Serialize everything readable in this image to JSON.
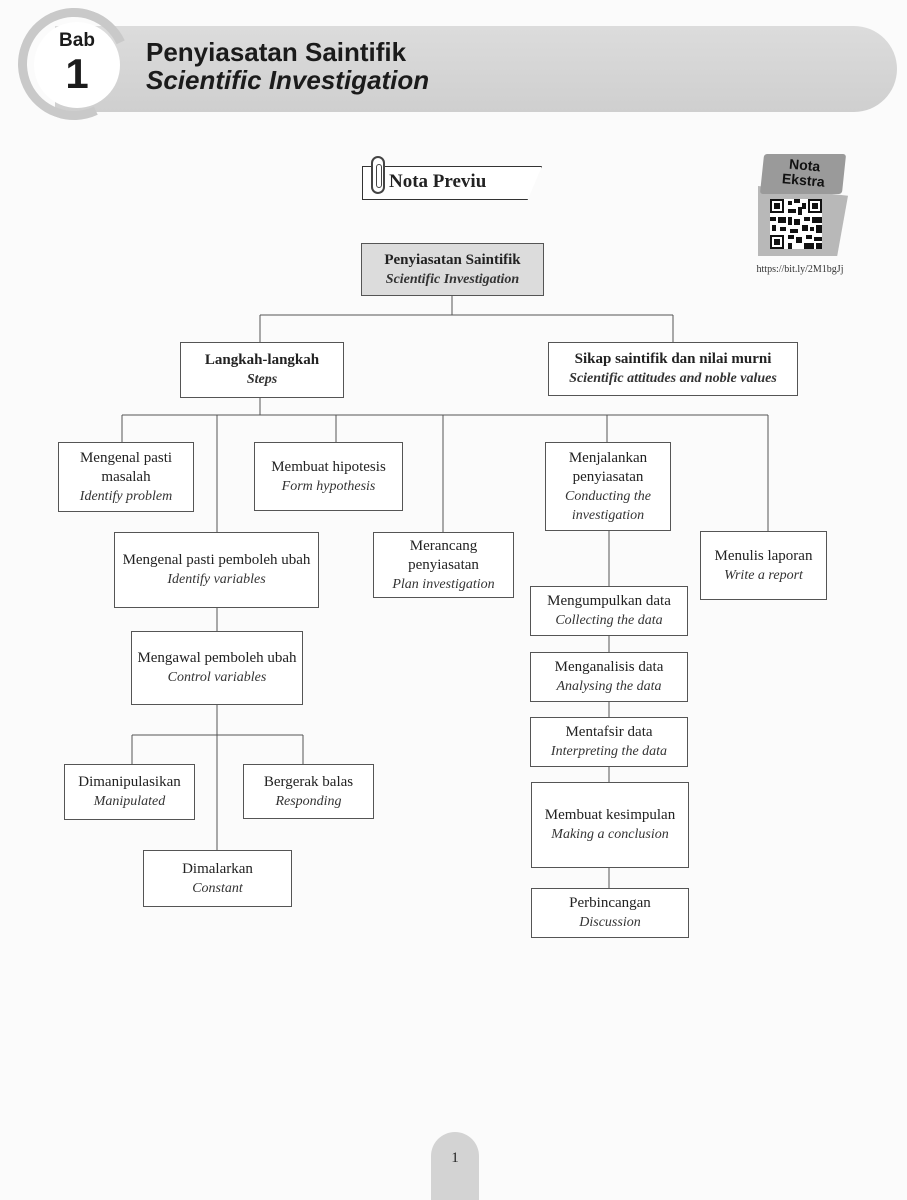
{
  "header": {
    "bab_label": "Bab",
    "bab_number": "1",
    "title_my": "Penyiasatan Saintifik",
    "title_en": "Scientific Investigation"
  },
  "nota_previu": "Nota Previu",
  "nota_ekstra": {
    "line1": "Nota",
    "line2": "Ekstra",
    "url": "https://bit.ly/2M1bgJj"
  },
  "diagram": {
    "root": {
      "my": "Penyiasatan Saintifik",
      "en": "Scientific Investigation"
    },
    "steps": {
      "my": "Langkah-langkah",
      "en": "Steps"
    },
    "attitudes": {
      "my": "Sikap saintifik dan nilai murni",
      "en": "Scientific attitudes and noble values"
    },
    "identify_problem": {
      "my": "Mengenal pasti masalah",
      "en": "Identify problem"
    },
    "form_hypothesis": {
      "my": "Membuat hipotesis",
      "en": "Form hypothesis"
    },
    "identify_variables": {
      "my": "Mengenal pasti pemboleh ubah",
      "en": "Identify variables"
    },
    "plan_investigation": {
      "my": "Merancang penyiasatan",
      "en": "Plan investigation"
    },
    "conducting": {
      "my": "Menjalankan penyiasatan",
      "en": "Conducting the investigation"
    },
    "write_report": {
      "my": "Menulis laporan",
      "en": "Write a report"
    },
    "control_variables": {
      "my": "Mengawal pemboleh ubah",
      "en": "Control variables"
    },
    "manipulated": {
      "my": "Dimanipulasikan",
      "en": "Manipulated"
    },
    "responding": {
      "my": "Bergerak balas",
      "en": "Responding"
    },
    "constant": {
      "my": "Dimalarkan",
      "en": "Constant"
    },
    "collecting": {
      "my": "Mengumpulkan data",
      "en": "Collecting the data"
    },
    "analysing": {
      "my": "Menganalisis data",
      "en": "Analysing the data"
    },
    "interpreting": {
      "my": "Mentafsir data",
      "en": "Interpreting the data"
    },
    "conclusion": {
      "my": "Membuat kesimpulan",
      "en": "Making a conclusion"
    },
    "discussion": {
      "my": "Perbincangan",
      "en": "Discussion"
    }
  },
  "page_number": "1"
}
